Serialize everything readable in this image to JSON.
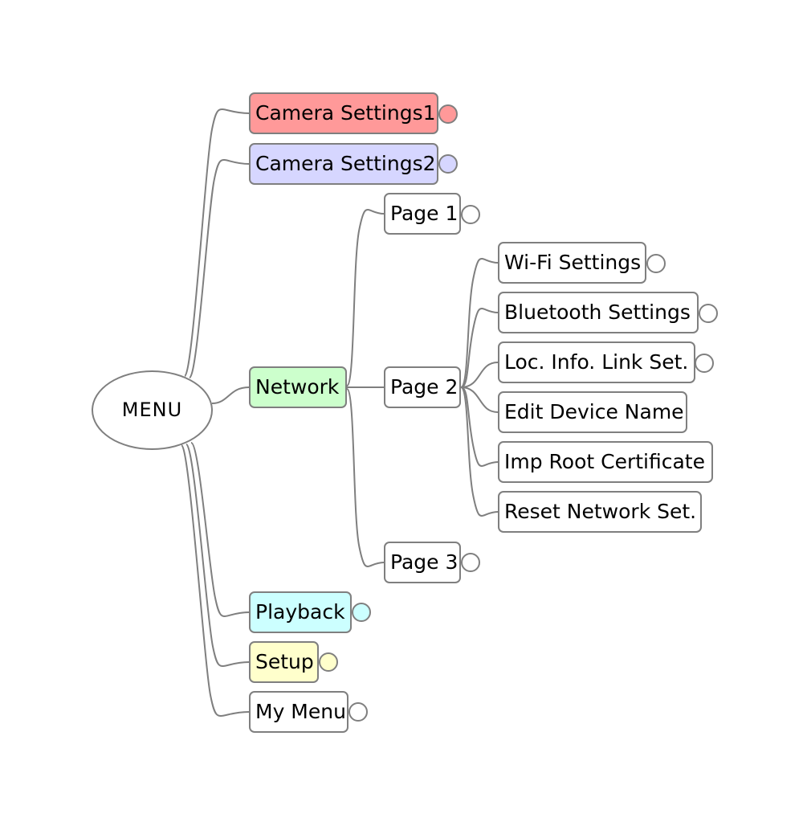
{
  "root": {
    "label": "MENU"
  },
  "colors": {
    "line": "#7f7f7f",
    "camera_settings1": "#ff9999",
    "camera_settings2": "#d6d6ff",
    "network": "#ccffcc",
    "playback": "#ccffff",
    "setup": "#ffffcc",
    "default": "#ffffff"
  },
  "level1": [
    {
      "id": "camera-settings1",
      "label": "Camera Settings1",
      "color": "#ff9999",
      "collapsed": true
    },
    {
      "id": "camera-settings2",
      "label": "Camera Settings2",
      "color": "#d6d6ff",
      "collapsed": true
    },
    {
      "id": "network",
      "label": "Network",
      "color": "#ccffcc",
      "collapsed": false
    },
    {
      "id": "playback",
      "label": "Playback",
      "color": "#ccffff",
      "collapsed": true
    },
    {
      "id": "setup",
      "label": "Setup",
      "color": "#ffffcc",
      "collapsed": true
    },
    {
      "id": "my-menu",
      "label": "My Menu",
      "color": "#ffffff",
      "collapsed": true
    }
  ],
  "network_pages": [
    {
      "id": "page-1",
      "label": "Page 1",
      "collapsed": true
    },
    {
      "id": "page-2",
      "label": "Page 2",
      "collapsed": false
    },
    {
      "id": "page-3",
      "label": "Page 3",
      "collapsed": true
    }
  ],
  "page2_items": [
    {
      "id": "wifi-settings",
      "label": "Wi-Fi Settings",
      "collapsed": true
    },
    {
      "id": "bluetooth-settings",
      "label": "Bluetooth Settings",
      "collapsed": true
    },
    {
      "id": "loc-info-link-set",
      "label": "Loc. Info. Link Set.",
      "collapsed": true
    },
    {
      "id": "edit-device-name",
      "label": "Edit Device Name",
      "collapsed": false
    },
    {
      "id": "imp-root-certificate",
      "label": "Imp Root Certificate",
      "collapsed": false
    },
    {
      "id": "reset-network-set",
      "label": "Reset Network Set.",
      "collapsed": false
    }
  ]
}
